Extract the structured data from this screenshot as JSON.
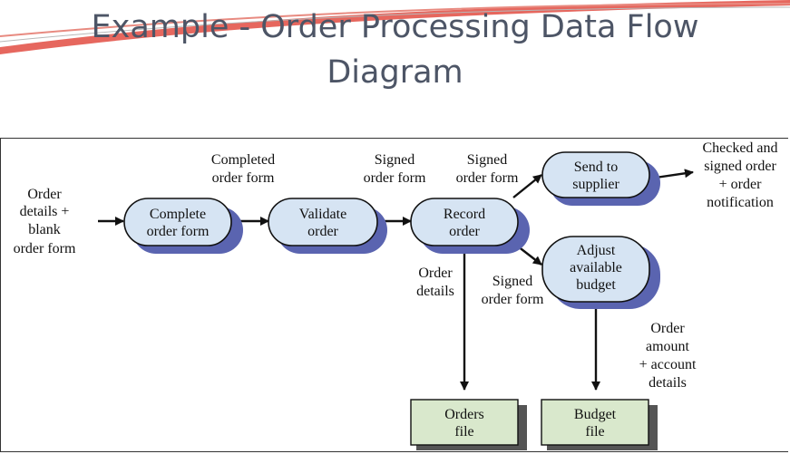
{
  "title": {
    "line1": "Example - Order Processing Data Flow",
    "line2": "Diagram"
  },
  "processes": {
    "complete": [
      "Complete",
      "order form"
    ],
    "validate": [
      "Validate",
      "order"
    ],
    "record": [
      "Record",
      "order"
    ],
    "send": [
      "Send to",
      "supplier"
    ],
    "adjust": [
      "Adjust",
      "available",
      "budget"
    ]
  },
  "stores": {
    "orders": [
      "Orders",
      "file"
    ],
    "budget": [
      "Budget",
      "file"
    ]
  },
  "flows": {
    "input": [
      "Order",
      "details +",
      "blank",
      "order form"
    ],
    "completed": [
      "Completed",
      "order form"
    ],
    "signed1": [
      "Signed",
      "order form"
    ],
    "signed2": [
      "Signed",
      "order form"
    ],
    "output": [
      "Checked and",
      "signed order",
      "+ order",
      "notification"
    ],
    "order_details": [
      "Order",
      "details"
    ],
    "signed3": [
      "Signed",
      "order form"
    ],
    "order_amount": [
      "Order",
      "amount",
      "+ account",
      "details"
    ]
  },
  "colors": {
    "process_fill": "#d6e4f3",
    "process_shadow": "#5a64b0",
    "store_fill": "#d9e8cc",
    "title": "#4d5566",
    "banner": "#e3564c"
  }
}
